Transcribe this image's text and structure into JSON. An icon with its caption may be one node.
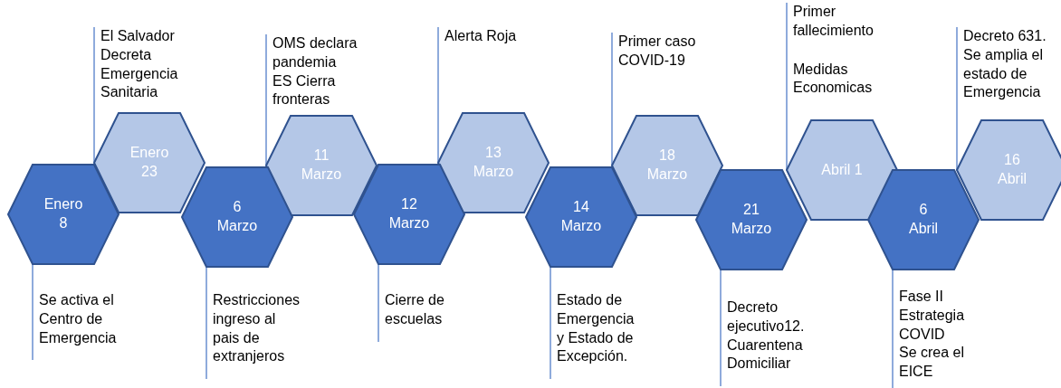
{
  "diagram": {
    "nodes": [
      {
        "text": [
          "Enero 8"
        ]
      },
      {
        "text": [
          "Se activa el Centro de Emergencia"
        ]
      },
      {
        "text": [
          "Enero 23"
        ]
      },
      {
        "text": [
          "El Salvador Decreta Emergencia Sanitaria"
        ]
      },
      {
        "text": [
          "6 Marzo"
        ]
      },
      {
        "text": [
          "Restricciones ingreso al pais de extranjeros"
        ]
      },
      {
        "text": [
          "11 Marzo"
        ]
      },
      {
        "text": [
          "OMS declara pandemia ES Cierra fronteras"
        ]
      },
      {
        "text": [
          "12 Marzo"
        ]
      },
      {
        "text": [
          "Cierre de escuelas"
        ]
      },
      {
        "text": [
          "13 Marzo"
        ]
      },
      {
        "text": [
          "Alerta Roja"
        ]
      },
      {
        "text": [
          "14 Marzo"
        ]
      },
      {
        "text": [
          "Estado de Emergencia y Estado de Excepción."
        ]
      },
      {
        "text": [
          "18 Marzo"
        ]
      },
      {
        "text": [
          "Primer caso COVID-19"
        ]
      },
      {
        "text": [
          "21 Marzo"
        ]
      },
      {
        "text": [
          "Decreto ejecutivo12. Cuarentena Domiciliar"
        ]
      },
      {
        "text": [
          "Abril 1"
        ]
      },
      {
        "text": [
          "Primer fallecimiento",
          "Medidas Economicas"
        ]
      },
      {
        "text": [
          "6 Abril"
        ]
      },
      {
        "text": [
          "Fase II Estrategia COVID Se crea el EICE"
        ]
      },
      {
        "text": [
          "16 Abril"
        ]
      },
      {
        "text": [
          "Decreto 631. Se amplia el estado de Emergencia"
        ]
      }
    ],
    "edges": [
      {
        "from": 1,
        "to": 0,
        "arrow": "none"
      },
      {
        "from": 3,
        "to": 2,
        "arrow": "none"
      },
      {
        "from": 5,
        "to": 4,
        "arrow": "none"
      },
      {
        "from": 7,
        "to": 6,
        "arrow": "none"
      },
      {
        "from": 9,
        "to": 8,
        "arrow": "none"
      },
      {
        "from": 11,
        "to": 10,
        "arrow": "none"
      },
      {
        "from": 13,
        "to": 12,
        "arrow": "none"
      },
      {
        "from": 15,
        "to": 14,
        "arrow": "none"
      },
      {
        "from": 17,
        "to": 16,
        "arrow": "none"
      },
      {
        "from": 19,
        "to": 18,
        "arrow": "none"
      },
      {
        "from": 21,
        "to": 20,
        "arrow": "none"
      },
      {
        "from": 23,
        "to": 22,
        "arrow": "none"
      }
    ]
  }
}
